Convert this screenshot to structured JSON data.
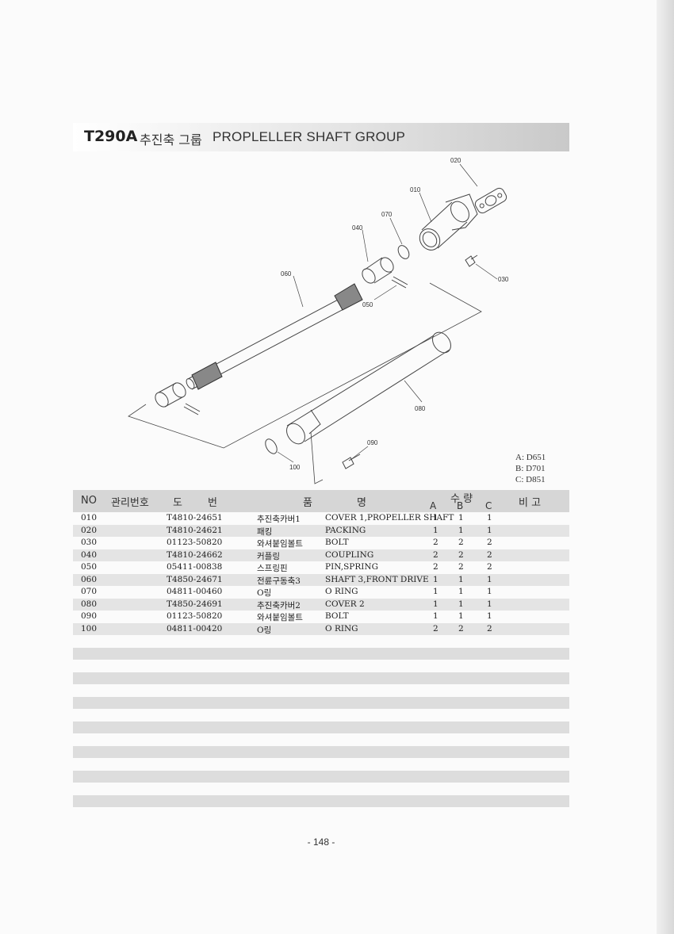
{
  "header": {
    "code": "T290A",
    "title_ko": "추진축 그룹",
    "title_en": "PROPLELLER SHAFT GROUP"
  },
  "diagram": {
    "callouts": [
      "020",
      "010",
      "070",
      "040",
      "060",
      "050",
      "030",
      "080",
      "090",
      "100"
    ]
  },
  "models": [
    "A: D651",
    "B: D701",
    "C: D851"
  ],
  "table": {
    "headers": {
      "no": "NO",
      "mgmt": "관리번호",
      "do": "도",
      "beon": "번",
      "pum": "품",
      "myeong": "명",
      "qty": "수 량",
      "a": "A",
      "b": "B",
      "c": "C",
      "bigo": "비 고"
    },
    "rows": [
      {
        "no": "010",
        "part": "T4810-24651",
        "name_ko": "추진축카버1",
        "name_en": "COVER 1,PROPELLER SHAFT",
        "a": "1",
        "b": "1",
        "c": "1"
      },
      {
        "no": "020",
        "part": "T4810-24621",
        "name_ko": "패킹",
        "name_en": "PACKING",
        "a": "1",
        "b": "1",
        "c": "1"
      },
      {
        "no": "030",
        "part": "01123-50820",
        "name_ko": "와셔붙임볼트",
        "name_en": "BOLT",
        "a": "2",
        "b": "2",
        "c": "2"
      },
      {
        "no": "040",
        "part": "T4810-24662",
        "name_ko": "커플링",
        "name_en": "COUPLING",
        "a": "2",
        "b": "2",
        "c": "2"
      },
      {
        "no": "050",
        "part": "05411-00838",
        "name_ko": "스프링핀",
        "name_en": "PIN,SPRING",
        "a": "2",
        "b": "2",
        "c": "2"
      },
      {
        "no": "060",
        "part": "T4850-24671",
        "name_ko": "전륜구동축3",
        "name_en": "SHAFT 3,FRONT DRIVE",
        "a": "1",
        "b": "1",
        "c": "1"
      },
      {
        "no": "070",
        "part": "04811-00460",
        "name_ko": "O링",
        "name_en": "O RING",
        "a": "1",
        "b": "1",
        "c": "1"
      },
      {
        "no": "080",
        "part": "T4850-24691",
        "name_ko": "추진축카버2",
        "name_en": "COVER 2",
        "a": "1",
        "b": "1",
        "c": "1"
      },
      {
        "no": "090",
        "part": "01123-50820",
        "name_ko": "와셔붙임볼트",
        "name_en": "BOLT",
        "a": "1",
        "b": "1",
        "c": "1"
      },
      {
        "no": "100",
        "part": "04811-00420",
        "name_ko": "O링",
        "name_en": "O RING",
        "a": "2",
        "b": "2",
        "c": "2"
      }
    ]
  },
  "footer": {
    "page": "- 148 -"
  }
}
